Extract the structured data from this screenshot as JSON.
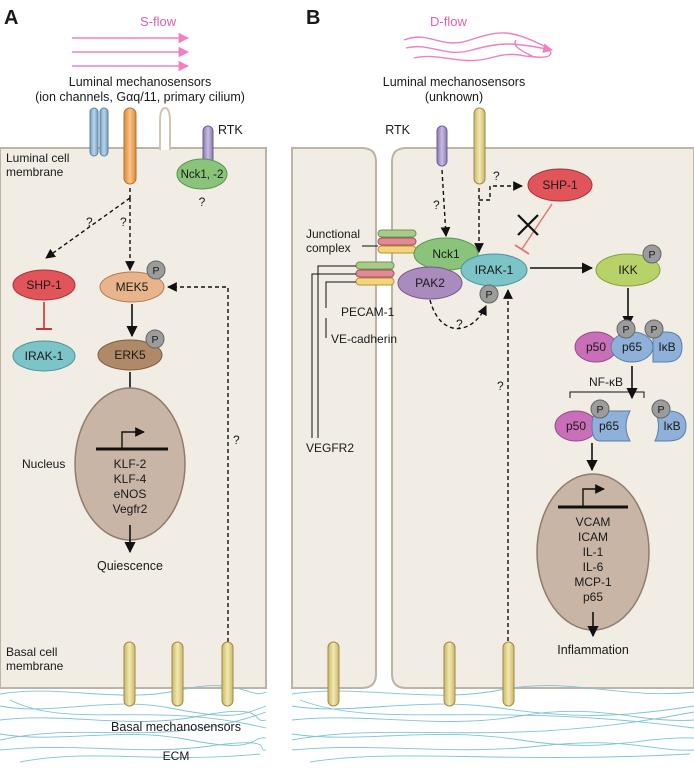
{
  "panels": {
    "a": {
      "letter": "A",
      "flow_label": "S-flow",
      "sensor_title": "Luminal mechanosensors",
      "sensor_subtitle": "(ion channels, Gαq/11, primary cilium)",
      "rtk": "RTK",
      "nck": "Nck1, -2",
      "nck_q": "?",
      "cell_membrane_l1": "Luminal cell",
      "cell_membrane_l2": "membrane",
      "q1": "?",
      "q2": "?",
      "q3": "?",
      "shp1": "SHP-1",
      "mek5": "MEK5",
      "irak1": "IRAK-1",
      "erk5": "ERK5",
      "p": "P",
      "nucleus": "Nucleus",
      "genes": [
        "KLF-2",
        "KLF-4",
        "eNOS",
        "Vegfr2"
      ],
      "outcome": "Quiescence",
      "basal_l1": "Basal cell",
      "basal_l2": "membrane",
      "basal_sensors": "Basal mechanosensors",
      "ecm": "ECM"
    },
    "b": {
      "letter": "B",
      "flow_label": "D-flow",
      "sensor_title": "Luminal mechanosensors",
      "sensor_subtitle": "(unknown)",
      "rtk": "RTK",
      "junctional_l1": "Junctional",
      "junctional_l2": "complex",
      "pecam": "PECAM-1",
      "vecad": "VE-cadherin",
      "vegfr2": "VEGFR2",
      "nck1": "Nck1",
      "pak2": "PAK2",
      "irak1": "IRAK-1",
      "shp1": "SHP-1",
      "ikk": "IKK",
      "p50": "p50",
      "p65": "p65",
      "ikb": "IκB",
      "nfkb": "NF-κB",
      "p": "P",
      "q1": "?",
      "q2": "?",
      "q3": "?",
      "q4": "?",
      "genes": [
        "VCAM",
        "ICAM",
        "IL-1",
        "IL-6",
        "MCP-1",
        "p65"
      ],
      "outcome": "Inflammation"
    }
  },
  "colors": {
    "cell": "#f1ece4",
    "membrane": "#bdb3a6",
    "shp1": "#e0545a",
    "mek5": "#e8b48c",
    "irak1": "#7cc4c8",
    "erk5": "#b08a68",
    "nucleus": "#c8b5a5",
    "nck": "#8ac47a",
    "pak2": "#a98bbd",
    "ikk": "#b8d26a",
    "p50": "#c86fb8",
    "p65": "#8fb0d8",
    "sensor_yellow": "#e4d690",
    "sensor_orange": "#f0a860",
    "sensor_blue": "#92b8d4",
    "flow": "#f080c0",
    "ecm": "#7fc3d6"
  }
}
